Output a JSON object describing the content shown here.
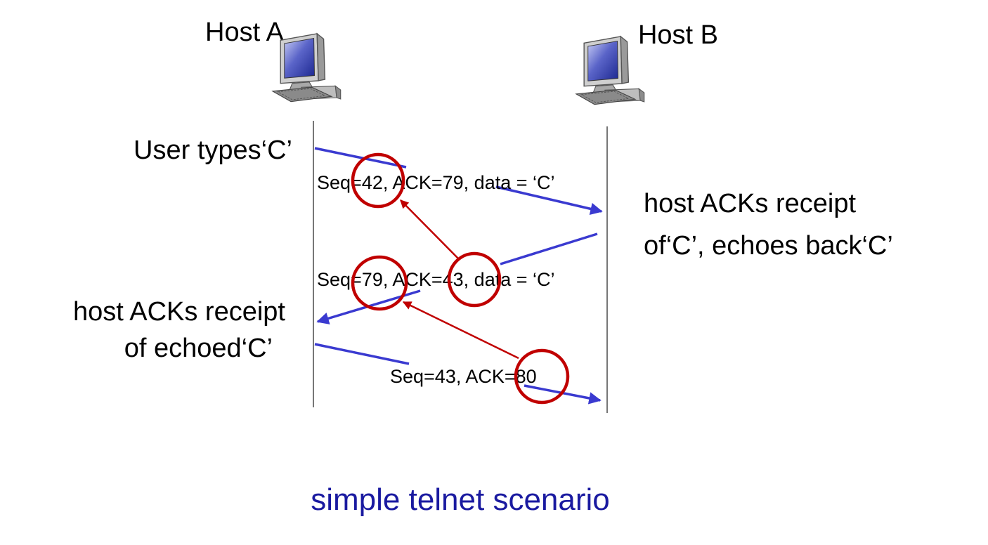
{
  "hosts": {
    "a_label": "Host A",
    "b_label": "Host B"
  },
  "events": {
    "user_types": "User types‘C’",
    "host_b_ack_line1": "host ACKs receipt",
    "host_b_ack_line2": "of‘C’, echoes back‘C’",
    "host_a_ack_line1": "host ACKs receipt",
    "host_a_ack_line2": "of echoed‘C’"
  },
  "messages": {
    "msg1": "Seq=42, ACK=79, data = ‘C’",
    "msg2": "Seq=79, ACK=43, data = ‘C’",
    "msg3": "Seq=43, ACK=80"
  },
  "caption": "simple telnet scenario",
  "icons": {
    "host_a": "desktop-computer-icon",
    "host_b": "desktop-computer-icon"
  },
  "colors": {
    "segment_arrow": "#3a3ad0",
    "highlight": "#c00000",
    "caption": "#1a1aa0",
    "timeline": "#777777"
  }
}
